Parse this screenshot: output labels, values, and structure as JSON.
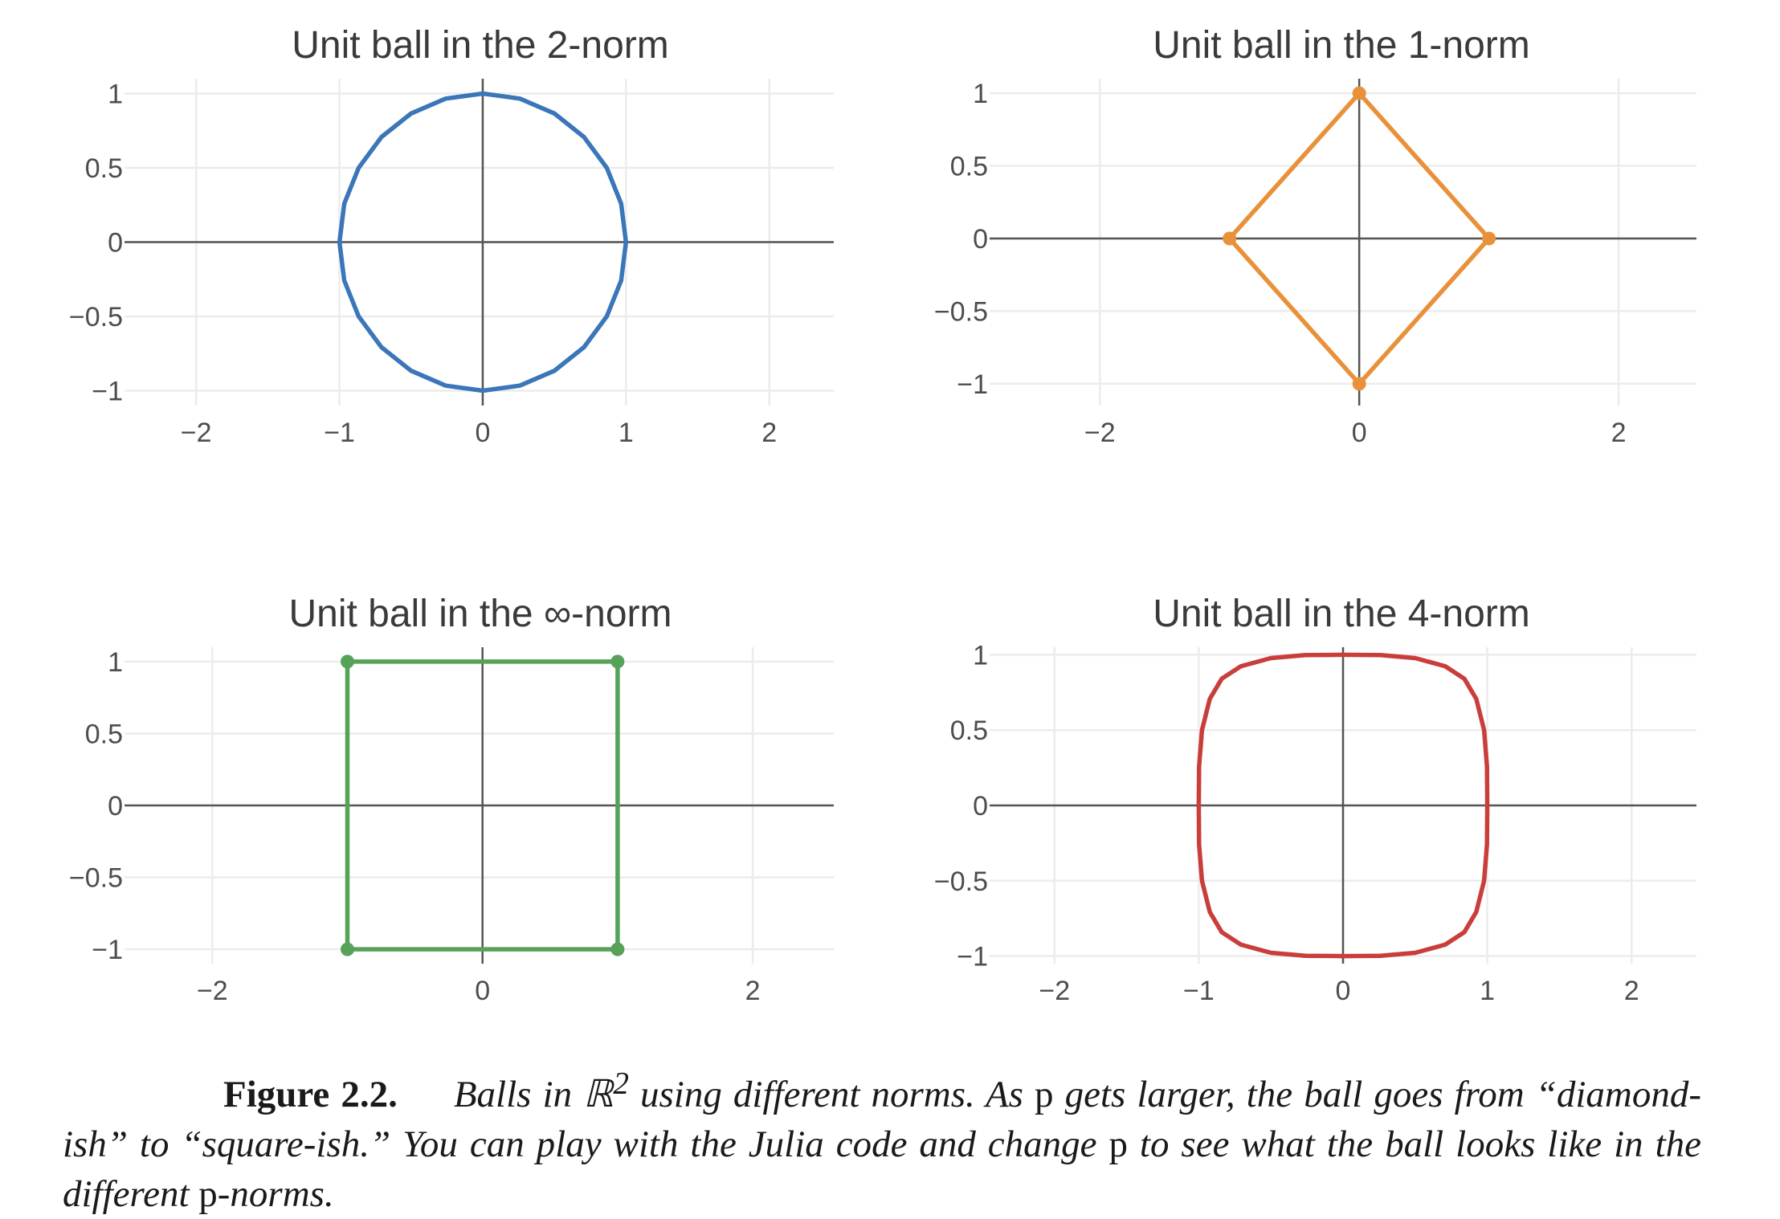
{
  "chart_data": [
    {
      "type": "line",
      "title": "Unit ball in the 2-norm",
      "series_color": "#3a76b8",
      "markers": false,
      "xlim": [
        -2.5,
        2.45
      ],
      "ylim": [
        -1.1,
        1.1
      ],
      "xticks": [
        -2,
        -1,
        0,
        1,
        2
      ],
      "xtick_labels": [
        "−2",
        "−1",
        "0",
        "1",
        "2"
      ],
      "yticks": [
        1,
        0.5,
        0,
        -0.5,
        -1
      ],
      "ytick_labels": [
        "1",
        "0.5",
        "0",
        "−0.5",
        "−1"
      ],
      "p": 2,
      "x": [
        1,
        0.966,
        0.866,
        0.707,
        0.5,
        0.259,
        0,
        -0.259,
        -0.5,
        -0.707,
        -0.866,
        -0.966,
        -1,
        -0.966,
        -0.866,
        -0.707,
        -0.5,
        -0.259,
        0,
        0.259,
        0.5,
        0.707,
        0.866,
        0.966,
        1
      ],
      "y": [
        0,
        0.259,
        0.5,
        0.707,
        0.866,
        0.966,
        1,
        0.966,
        0.866,
        0.707,
        0.5,
        0.259,
        0,
        -0.259,
        -0.5,
        -0.707,
        -0.866,
        -0.966,
        -1,
        -0.966,
        -0.866,
        -0.707,
        -0.5,
        -0.259,
        0
      ]
    },
    {
      "type": "line",
      "title": "Unit ball in the 1-norm",
      "series_color": "#e8913a",
      "markers": true,
      "xlim": [
        -2.85,
        2.6
      ],
      "ylim": [
        -1.15,
        1.1
      ],
      "xticks": [
        -2,
        0,
        2
      ],
      "xtick_labels": [
        "−2",
        "0",
        "2"
      ],
      "yticks": [
        1,
        0.5,
        0,
        -0.5,
        -1
      ],
      "ytick_labels": [
        "1",
        "0.5",
        "0",
        "−0.5",
        "−1"
      ],
      "p": 1,
      "x": [
        1,
        0,
        -1,
        0,
        1
      ],
      "y": [
        0,
        1,
        0,
        -1,
        0
      ]
    },
    {
      "type": "line",
      "title": "Unit ball in the ∞-norm",
      "series_color": "#56a258",
      "markers": true,
      "xlim": [
        -2.65,
        2.6
      ],
      "ylim": [
        -1.1,
        1.1
      ],
      "xticks": [
        -2,
        0,
        2
      ],
      "xtick_labels": [
        "−2",
        "0",
        "2"
      ],
      "yticks": [
        1,
        0.5,
        0,
        -0.5,
        -1
      ],
      "ytick_labels": [
        "1",
        "0.5",
        "0",
        "−0.5",
        "−1"
      ],
      "p": "∞",
      "x": [
        1,
        -1,
        -1,
        1,
        1
      ],
      "y": [
        1,
        1,
        -1,
        -1,
        1
      ]
    },
    {
      "type": "line",
      "title": "Unit ball in the 4-norm",
      "series_color": "#c93e3a",
      "markers": false,
      "xlim": [
        -2.45,
        2.45
      ],
      "ylim": [
        -1.05,
        1.05
      ],
      "xticks": [
        -2,
        -1,
        0,
        1,
        2
      ],
      "xtick_labels": [
        "−2",
        "−1",
        "0",
        "1",
        "2"
      ],
      "yticks": [
        1,
        0.5,
        0,
        -0.5,
        -1
      ],
      "ytick_labels": [
        "1",
        "0.5",
        "0",
        "−0.5",
        "−1"
      ],
      "p": 4,
      "x": [
        1,
        0.998,
        0.978,
        0.924,
        0.841,
        0.707,
        0.5,
        0.26,
        0,
        -0.26,
        -0.5,
        -0.707,
        -0.841,
        -0.924,
        -0.978,
        -0.998,
        -1,
        -0.998,
        -0.978,
        -0.924,
        -0.841,
        -0.707,
        -0.5,
        -0.26,
        0,
        0.26,
        0.5,
        0.707,
        0.841,
        0.924,
        0.978,
        0.998,
        1
      ],
      "y": [
        0,
        0.26,
        0.5,
        0.707,
        0.841,
        0.924,
        0.978,
        0.998,
        1,
        0.998,
        0.978,
        0.924,
        0.841,
        0.707,
        0.5,
        0.26,
        0,
        -0.26,
        -0.5,
        -0.707,
        -0.841,
        -0.924,
        -0.978,
        -0.998,
        -1,
        -0.998,
        -0.978,
        -0.924,
        -0.841,
        -0.707,
        -0.5,
        -0.26,
        0
      ]
    }
  ],
  "caption": {
    "label": "Figure 2.2.",
    "text_before_sup": "Balls in ℝ",
    "superscript": "2",
    "text_mid1": " using different norms.  As ",
    "var1": "p",
    "text_mid2": " gets larger, the ball goes from “diamond-ish” to “square-ish.” You can play with the Julia code and change ",
    "var2": "p",
    "text_mid3": " to see what the ball looks like in the different ",
    "var3": "p",
    "text_end": "-norms."
  }
}
